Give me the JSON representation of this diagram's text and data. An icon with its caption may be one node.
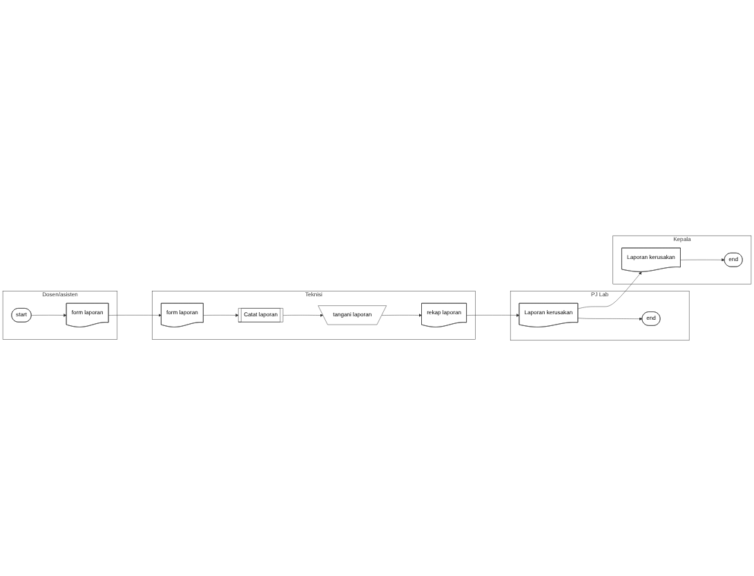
{
  "diagram": {
    "nodes": [
      {
        "text": [
          "Dosen/asisten"
        ]
      },
      {
        "text": [
          "start"
        ],
        "in": 0
      },
      {
        "text": [
          "form laporan"
        ],
        "in": 0
      },
      {
        "text": [
          "Teknisi"
        ]
      },
      {
        "text": [
          "form laporan"
        ],
        "in": 3
      },
      {
        "text": [
          "Catat laporan"
        ],
        "in": 3
      },
      {
        "text": [
          "tangani laporan"
        ],
        "in": 3
      },
      {
        "text": [
          "rekap laporan"
        ],
        "in": 3
      },
      {
        "text": [
          "PJ Lab"
        ]
      },
      {
        "text": [
          "Laporan kerusakan"
        ],
        "in": 8
      },
      {
        "text": [
          "end"
        ],
        "in": 8
      },
      {
        "text": [
          "Kepala"
        ]
      },
      {
        "text": [
          "Laporan kerusakan"
        ],
        "in": 11
      },
      {
        "text": [
          "end"
        ],
        "in": 11
      }
    ],
    "edges": [
      {
        "from": 1,
        "to": 2,
        "arrow": "to"
      },
      {
        "from": 2,
        "to": 4,
        "arrow": "to"
      },
      {
        "from": 4,
        "to": 5,
        "arrow": "to"
      },
      {
        "from": 5,
        "to": 6,
        "arrow": "to"
      },
      {
        "from": 6,
        "to": 7,
        "arrow": "to"
      },
      {
        "from": 7,
        "to": 9,
        "arrow": "to"
      },
      {
        "from": 9,
        "to": 10,
        "arrow": "to"
      },
      {
        "from": 9,
        "to": 12,
        "arrow": "to"
      },
      {
        "from": 12,
        "to": 13,
        "arrow": "to"
      }
    ]
  }
}
